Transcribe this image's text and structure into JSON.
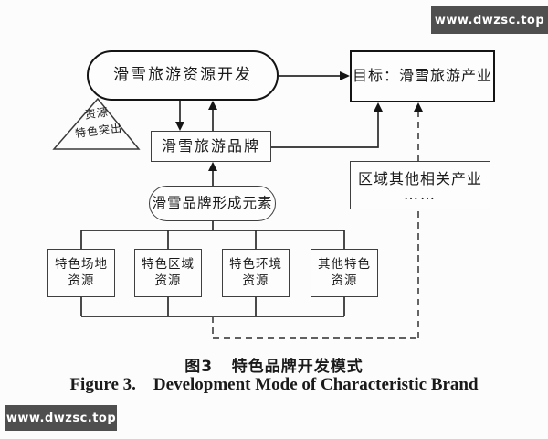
{
  "watermark": {
    "text": "www.dwzsc.top"
  },
  "diagram": {
    "nodes": {
      "main": {
        "label": "滑雪旅游资源开发"
      },
      "goal": {
        "label": "目标：滑雪旅游产业"
      },
      "triangle": {
        "line1": "资源",
        "line2": "特色突出"
      },
      "brand": {
        "label": "滑雪旅游品牌"
      },
      "elements": {
        "label": "滑雪品牌形成元素"
      },
      "related": {
        "line1": "区域其他相关产业",
        "line2": "……"
      },
      "resources": [
        {
          "line1": "特色场地",
          "line2": "资源"
        },
        {
          "line1": "特色区域",
          "line2": "资源"
        },
        {
          "line1": "特色环境",
          "line2": "资源"
        },
        {
          "line1": "其他特色",
          "line2": "资源"
        }
      ]
    },
    "colors": {
      "line": "#2b2b2b",
      "dashed_line": "#4a4a4a",
      "box_border": "#3f3f3f",
      "thick_border": "#141414",
      "watermark_bg": "#4f4f4f",
      "watermark_text": "#ffffff",
      "background": "#fcfcfc",
      "text": "#1a1a1a"
    }
  },
  "caption": {
    "zh": "图3   特色品牌开发模式",
    "en": "Figure 3.    Development Mode of Characteristic Brand"
  }
}
